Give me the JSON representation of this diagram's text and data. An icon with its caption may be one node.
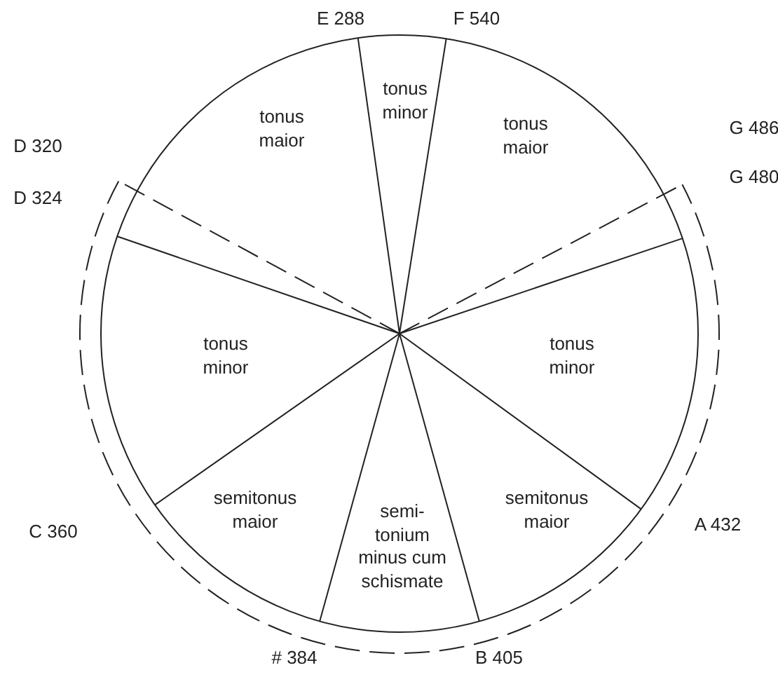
{
  "diagram": {
    "labels": [
      "E 288",
      "F 540",
      "tonus minor",
      "D 320",
      "tonus maior",
      "tonus maior",
      "G 486",
      "G 480",
      "D 324",
      "tonus minor",
      "tonus minor",
      "semitonus maior",
      "semi- tonium minus cum schismate",
      "semitonus maior",
      "C 360",
      "A 432",
      "# 384",
      "B 405"
    ]
  }
}
